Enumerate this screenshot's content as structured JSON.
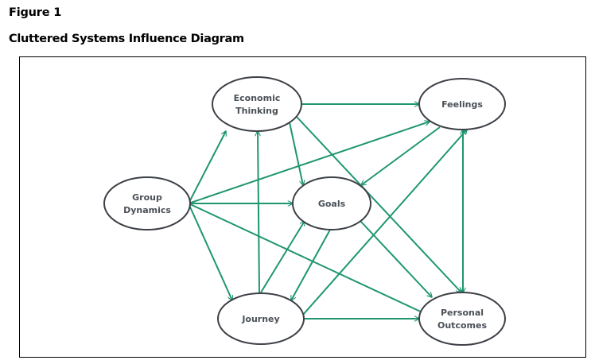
{
  "figure": {
    "label": "Figure 1",
    "title": "Cluttered Systems Influence Diagram"
  },
  "colors": {
    "edge": "#1e9670",
    "node_stroke": "#3d4047",
    "node_text": "#4a5058"
  },
  "diagram": {
    "nodes": [
      {
        "id": "economic",
        "lines": [
          "Economic",
          "Thinking"
        ]
      },
      {
        "id": "feelings",
        "lines": [
          "Feelings"
        ]
      },
      {
        "id": "group",
        "lines": [
          "Group",
          "Dynamics"
        ]
      },
      {
        "id": "goals",
        "lines": [
          "Goals"
        ]
      },
      {
        "id": "journey",
        "lines": [
          "Journey"
        ]
      },
      {
        "id": "outcomes",
        "lines": [
          "Personal",
          "Outcomes"
        ]
      }
    ],
    "edges": [
      {
        "from": "group",
        "to": "economic"
      },
      {
        "from": "group",
        "to": "feelings"
      },
      {
        "from": "group",
        "to": "goals"
      },
      {
        "from": "group",
        "to": "journey"
      },
      {
        "from": "group",
        "to": "outcomes"
      },
      {
        "from": "economic",
        "to": "feelings"
      },
      {
        "from": "economic",
        "to": "goals"
      },
      {
        "from": "economic",
        "to": "outcomes"
      },
      {
        "from": "feelings",
        "to": "goals"
      },
      {
        "from": "goals",
        "to": "journey"
      },
      {
        "from": "goals",
        "to": "outcomes"
      },
      {
        "from": "journey",
        "to": "economic"
      },
      {
        "from": "journey",
        "to": "goals"
      },
      {
        "from": "journey",
        "to": "feelings"
      },
      {
        "from": "journey",
        "to": "outcomes"
      },
      {
        "from": "feelings",
        "to": "outcomes",
        "bidirectional": true
      }
    ]
  }
}
